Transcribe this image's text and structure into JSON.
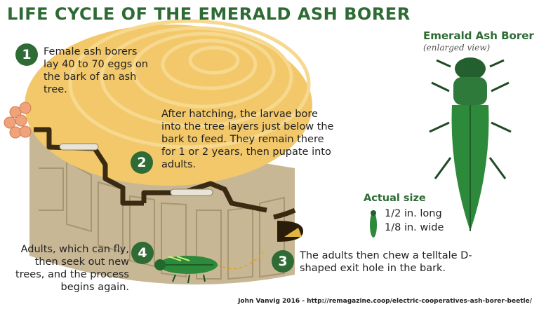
{
  "title": "LIFE CYCLE OF THE EMERALD ASH BORER",
  "steps": [
    {
      "number": "1",
      "text": "Female ash borers lay 40 to 70 eggs on the bark of an ash tree."
    },
    {
      "number": "2",
      "text": "After hatching, the larvae bore into the tree layers just below the bark to feed. They remain there for 1 or 2 years, then pupate into adults."
    },
    {
      "number": "3",
      "text": "The adults then chew a telltale D-shaped exit hole in the bark."
    },
    {
      "number": "4",
      "text": "Adults, which can fly, then seek out new trees, and the process begins again."
    }
  ],
  "beetle_panel": {
    "title": "Emerald Ash Borer",
    "subtitle": "(enlarged view)"
  },
  "actual_size": {
    "title": "Actual size",
    "length": "1/2 in. long",
    "width": "1/8 in. wide"
  },
  "credit": "John Vanvig 2016 - http://remagazine.coop/electric-cooperatives-ash-borer-beetle/",
  "colors": {
    "title_green": "#2e6b34",
    "step_circle": "#2f6b35",
    "wood_top": "#f2c86a",
    "wood_rings": "#f6d98f",
    "bark": "#c8b795",
    "gallery": "#3a2a12",
    "beetle": "#2c8a3a",
    "eggs": "#f0a37a"
  },
  "icons": [
    "egg-cluster",
    "larva",
    "exit-hole",
    "flying-beetle",
    "beetle-enlarged",
    "beetle-actual-size"
  ]
}
